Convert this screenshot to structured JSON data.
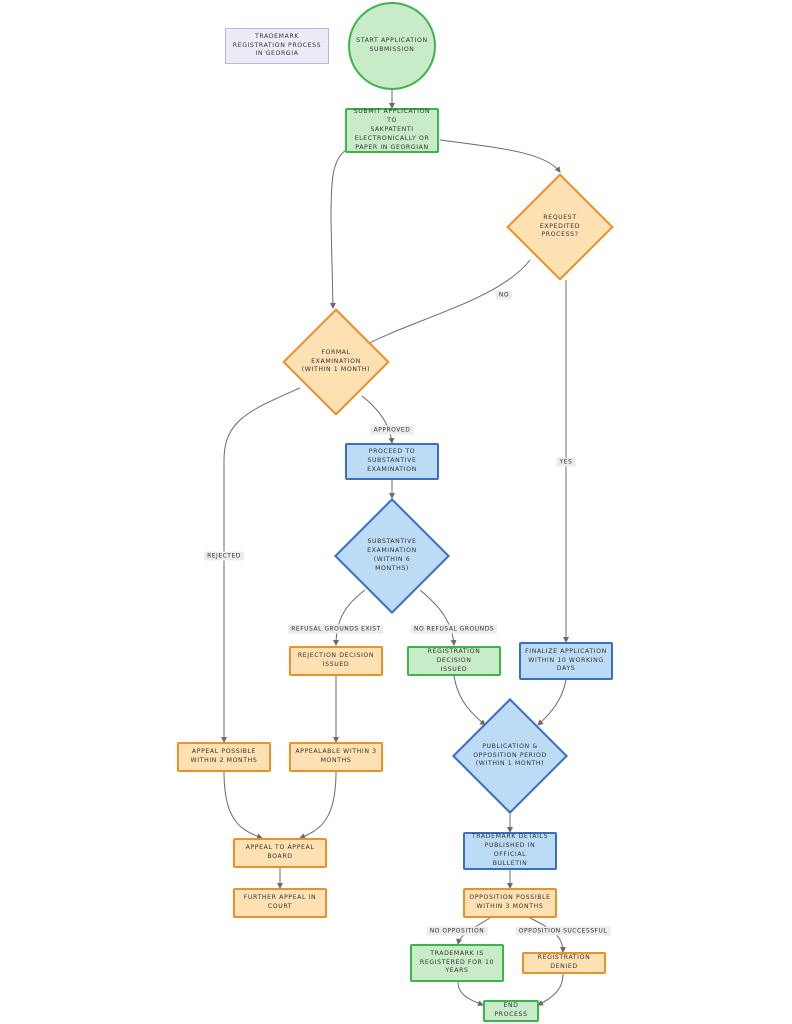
{
  "diagram": {
    "title": "TRADEMARK\nREGISTRATION PROCESS\nIN GEORGIA",
    "nodes": {
      "start": "START APPLICATION\nSUBMISSION",
      "submit": "SUBMIT APPLICATION TO\nSAKPATENTI\nELECTRONICALLY OR\nPAPER IN GEORGIAN",
      "expedited": "REQUEST EXPEDITED\nPROCESS?",
      "formal": "FORMAL EXAMINATION\n(WITHIN 1 MONTH)",
      "proceed": "PROCEED TO\nSUBSTANTIVE\nEXAMINATION",
      "substantive": "SUBSTANTIVE\nEXAMINATION (WITHIN 6\nMONTHS)",
      "rejection": "REJECTION DECISION\nISSUED",
      "registration_decision": "REGISTRATION DECISION\nISSUED",
      "finalize": "FINALIZE APPLICATION\nWITHIN 10 WORKING\nDAYS",
      "appeal_possible": "APPEAL POSSIBLE\nWITHIN 2 MONTHS",
      "appealable": "APPEALABLE WITHIN 3\nMONTHS",
      "publication": "PUBLICATION &\nOPPOSITION PERIOD\n(WITHIN 1 MONTH)",
      "appeal_board": "APPEAL TO APPEAL\nBOARD",
      "further_appeal": "FURTHER APPEAL IN\nCOURT",
      "published": "TRADEMARK DETAILS\nPUBLISHED IN OFFICIAL\nBULLETIN",
      "opposition_possible": "OPPOSITION POSSIBLE\nWITHIN 3 MONTHS",
      "registered": "TRADEMARK IS\nREGISTERED FOR 10\nYEARS",
      "denied": "REGISTRATION DENIED",
      "end": "END PROCESS"
    },
    "edge_labels": {
      "no": "NO",
      "yes": "YES",
      "approved": "APPROVED",
      "rejected": "REJECTED",
      "refusal_grounds_exist": "REFUSAL GROUNDS EXIST",
      "no_refusal_grounds": "NO REFUSAL GROUNDS",
      "no_opposition": "NO OPPOSITION",
      "opposition_successful": "OPPOSITION SUCCESSFUL"
    },
    "colors": {
      "green_fill": "#c8ebc8",
      "green_stroke": "#3cb44b",
      "blue_fill": "#bcdcf5",
      "blue_stroke": "#3a6fc4",
      "orange_fill": "#fde1b3",
      "orange_stroke": "#e8922e",
      "edge": "#6b6b6b"
    }
  }
}
